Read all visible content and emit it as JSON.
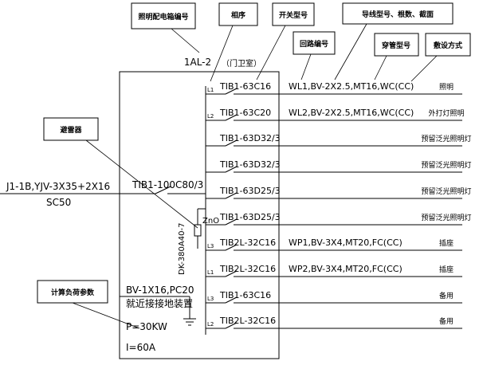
{
  "callouts": {
    "panel_id": "照明配电箱编号",
    "phase": "相序",
    "switch_model": "开关型号",
    "circuit_id": "回路编号",
    "wire_spec": "导线型号、根数、截面",
    "conduit_model": "穿管型号",
    "laying_method": "敷设方式",
    "surge_arrester": "避雷器",
    "load_params": "计算负荷参数"
  },
  "panel": {
    "id": "1AL-2",
    "location": "（门卫室）"
  },
  "incoming": {
    "cable": "J1-1B,YJV-3X35+2X16",
    "conduit": "SC50",
    "main_breaker": "TIB1-100C80/3"
  },
  "arrester": {
    "model": "DK-380A40-7",
    "zn_label": "ZnO"
  },
  "ground": {
    "wire": "BV-1X16,PC20",
    "note": "就近接接地装置"
  },
  "load": {
    "power": "P=30KW",
    "current": "I=60A"
  },
  "circuits": [
    {
      "phase": "L1",
      "breaker": "TIB1-63C16",
      "cable": "WL1,BV-2X2.5,MT16,WC(CC)",
      "use": "照明"
    },
    {
      "phase": "L2",
      "breaker": "TIB1-63C20",
      "cable": "WL2,BV-2X2.5,MT16,WC(CC)",
      "use": "外打灯照明"
    },
    {
      "phase": "",
      "breaker": "TIB1-63D32/3",
      "cable": "",
      "use": "预留泛光照明灯"
    },
    {
      "phase": "",
      "breaker": "TIB1-63D32/3",
      "cable": "",
      "use": "预留泛光照明灯"
    },
    {
      "phase": "",
      "breaker": "TIB1-63D25/3",
      "cable": "",
      "use": "预留泛光照明灯"
    },
    {
      "phase": "",
      "breaker": "TIB1-63D25/3",
      "cable": "",
      "use": "预留泛光照明灯"
    },
    {
      "phase": "L3",
      "breaker": "TIB2L-32C16",
      "cable": "WP1,BV-3X4,MT20,FC(CC)",
      "use": "插座"
    },
    {
      "phase": "L1",
      "breaker": "TIB2L-32C16",
      "cable": "WP2,BV-3X4,MT20,FC(CC)",
      "use": "插座"
    },
    {
      "phase": "L3",
      "breaker": "TIB1-63C16",
      "cable": "",
      "use": "备用"
    },
    {
      "phase": "L2",
      "breaker": "TIB2L-32C16",
      "cable": "",
      "use": "备用"
    }
  ]
}
